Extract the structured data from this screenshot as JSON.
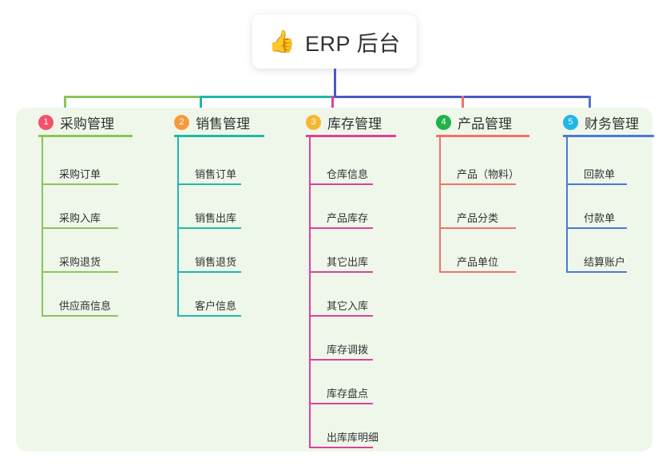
{
  "root": {
    "icon": "thumbs-up-emoji",
    "emoji": "👍",
    "title": "ERP 后台"
  },
  "theme": {
    "page_background": "#ffffff",
    "panel_background": "#eef7e9",
    "text_color": "#303133",
    "trunk_color": "#4c58c4"
  },
  "columns": [
    {
      "index": "1",
      "badge_number": "1",
      "badge_color": "#f4516c",
      "line_color": "#8cc45c",
      "title": "采购管理",
      "items": [
        {
          "label": "采购订单"
        },
        {
          "label": "采购入库"
        },
        {
          "label": "采购退货"
        },
        {
          "label": "供应商信息"
        }
      ]
    },
    {
      "index": "2",
      "badge_number": "2",
      "badge_color": "#f79a3c",
      "line_color": "#1fb8ab",
      "title": "销售管理",
      "items": [
        {
          "label": "销售订单"
        },
        {
          "label": "销售出库"
        },
        {
          "label": "销售退货"
        },
        {
          "label": "客户信息"
        }
      ]
    },
    {
      "index": "3",
      "badge_number": "3",
      "badge_color": "#f7b731",
      "line_color": "#e0409a",
      "title": "库存管理",
      "items": [
        {
          "label": "仓库信息"
        },
        {
          "label": "产品库存"
        },
        {
          "label": "其它出库"
        },
        {
          "label": "其它入库"
        },
        {
          "label": "库存调拨"
        },
        {
          "label": "库存盘点"
        },
        {
          "label": "出库库明细"
        }
      ]
    },
    {
      "index": "4",
      "badge_number": "4",
      "badge_color": "#23b14b",
      "line_color": "#f4706a",
      "title": "产品管理",
      "items": [
        {
          "label": "产品（物料）"
        },
        {
          "label": "产品分类"
        },
        {
          "label": "产品单位"
        }
      ]
    },
    {
      "index": "5",
      "badge_number": "5",
      "badge_color": "#1fb6e8",
      "line_color": "#4c79d6",
      "title": "财务管理",
      "items": [
        {
          "label": "回款单"
        },
        {
          "label": "付款单"
        },
        {
          "label": "结算账户"
        }
      ]
    }
  ]
}
